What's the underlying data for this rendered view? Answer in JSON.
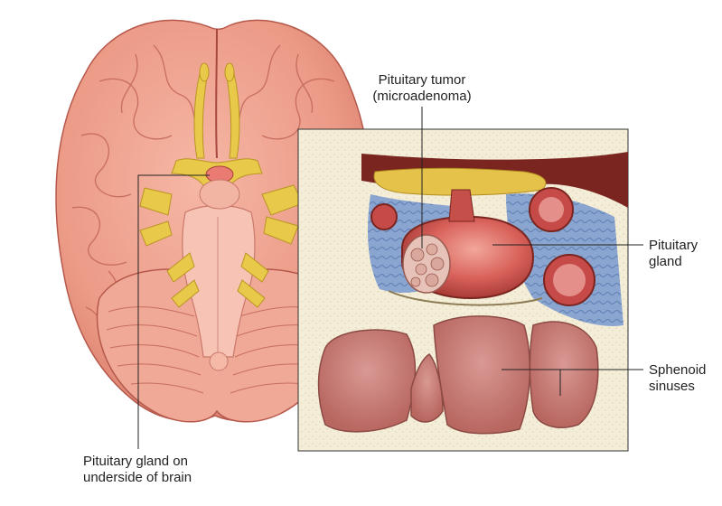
{
  "labels": {
    "pituitary_tumor": {
      "line1": "Pituitary tumor",
      "line2": "(microadenoma)"
    },
    "pituitary_gland": {
      "line1": "Pituitary",
      "line2": "gland"
    },
    "sphenoid_sinuses": {
      "line1": "Sphenoid",
      "line2": "sinuses"
    },
    "gland_underside": {
      "line1": "Pituitary gland on",
      "line2": "underside of brain"
    }
  },
  "colors": {
    "brain": "#eea08e",
    "brain_dark": "#c9685a",
    "nerve": "#e9c94a",
    "bone": "#f3ecd6",
    "sinus": "#c97a74",
    "tumor": "#e8c4bb",
    "gland": "#d85b54",
    "tissue_blue": "#7f9bc9",
    "dark_tissue": "#6b1e1a"
  }
}
